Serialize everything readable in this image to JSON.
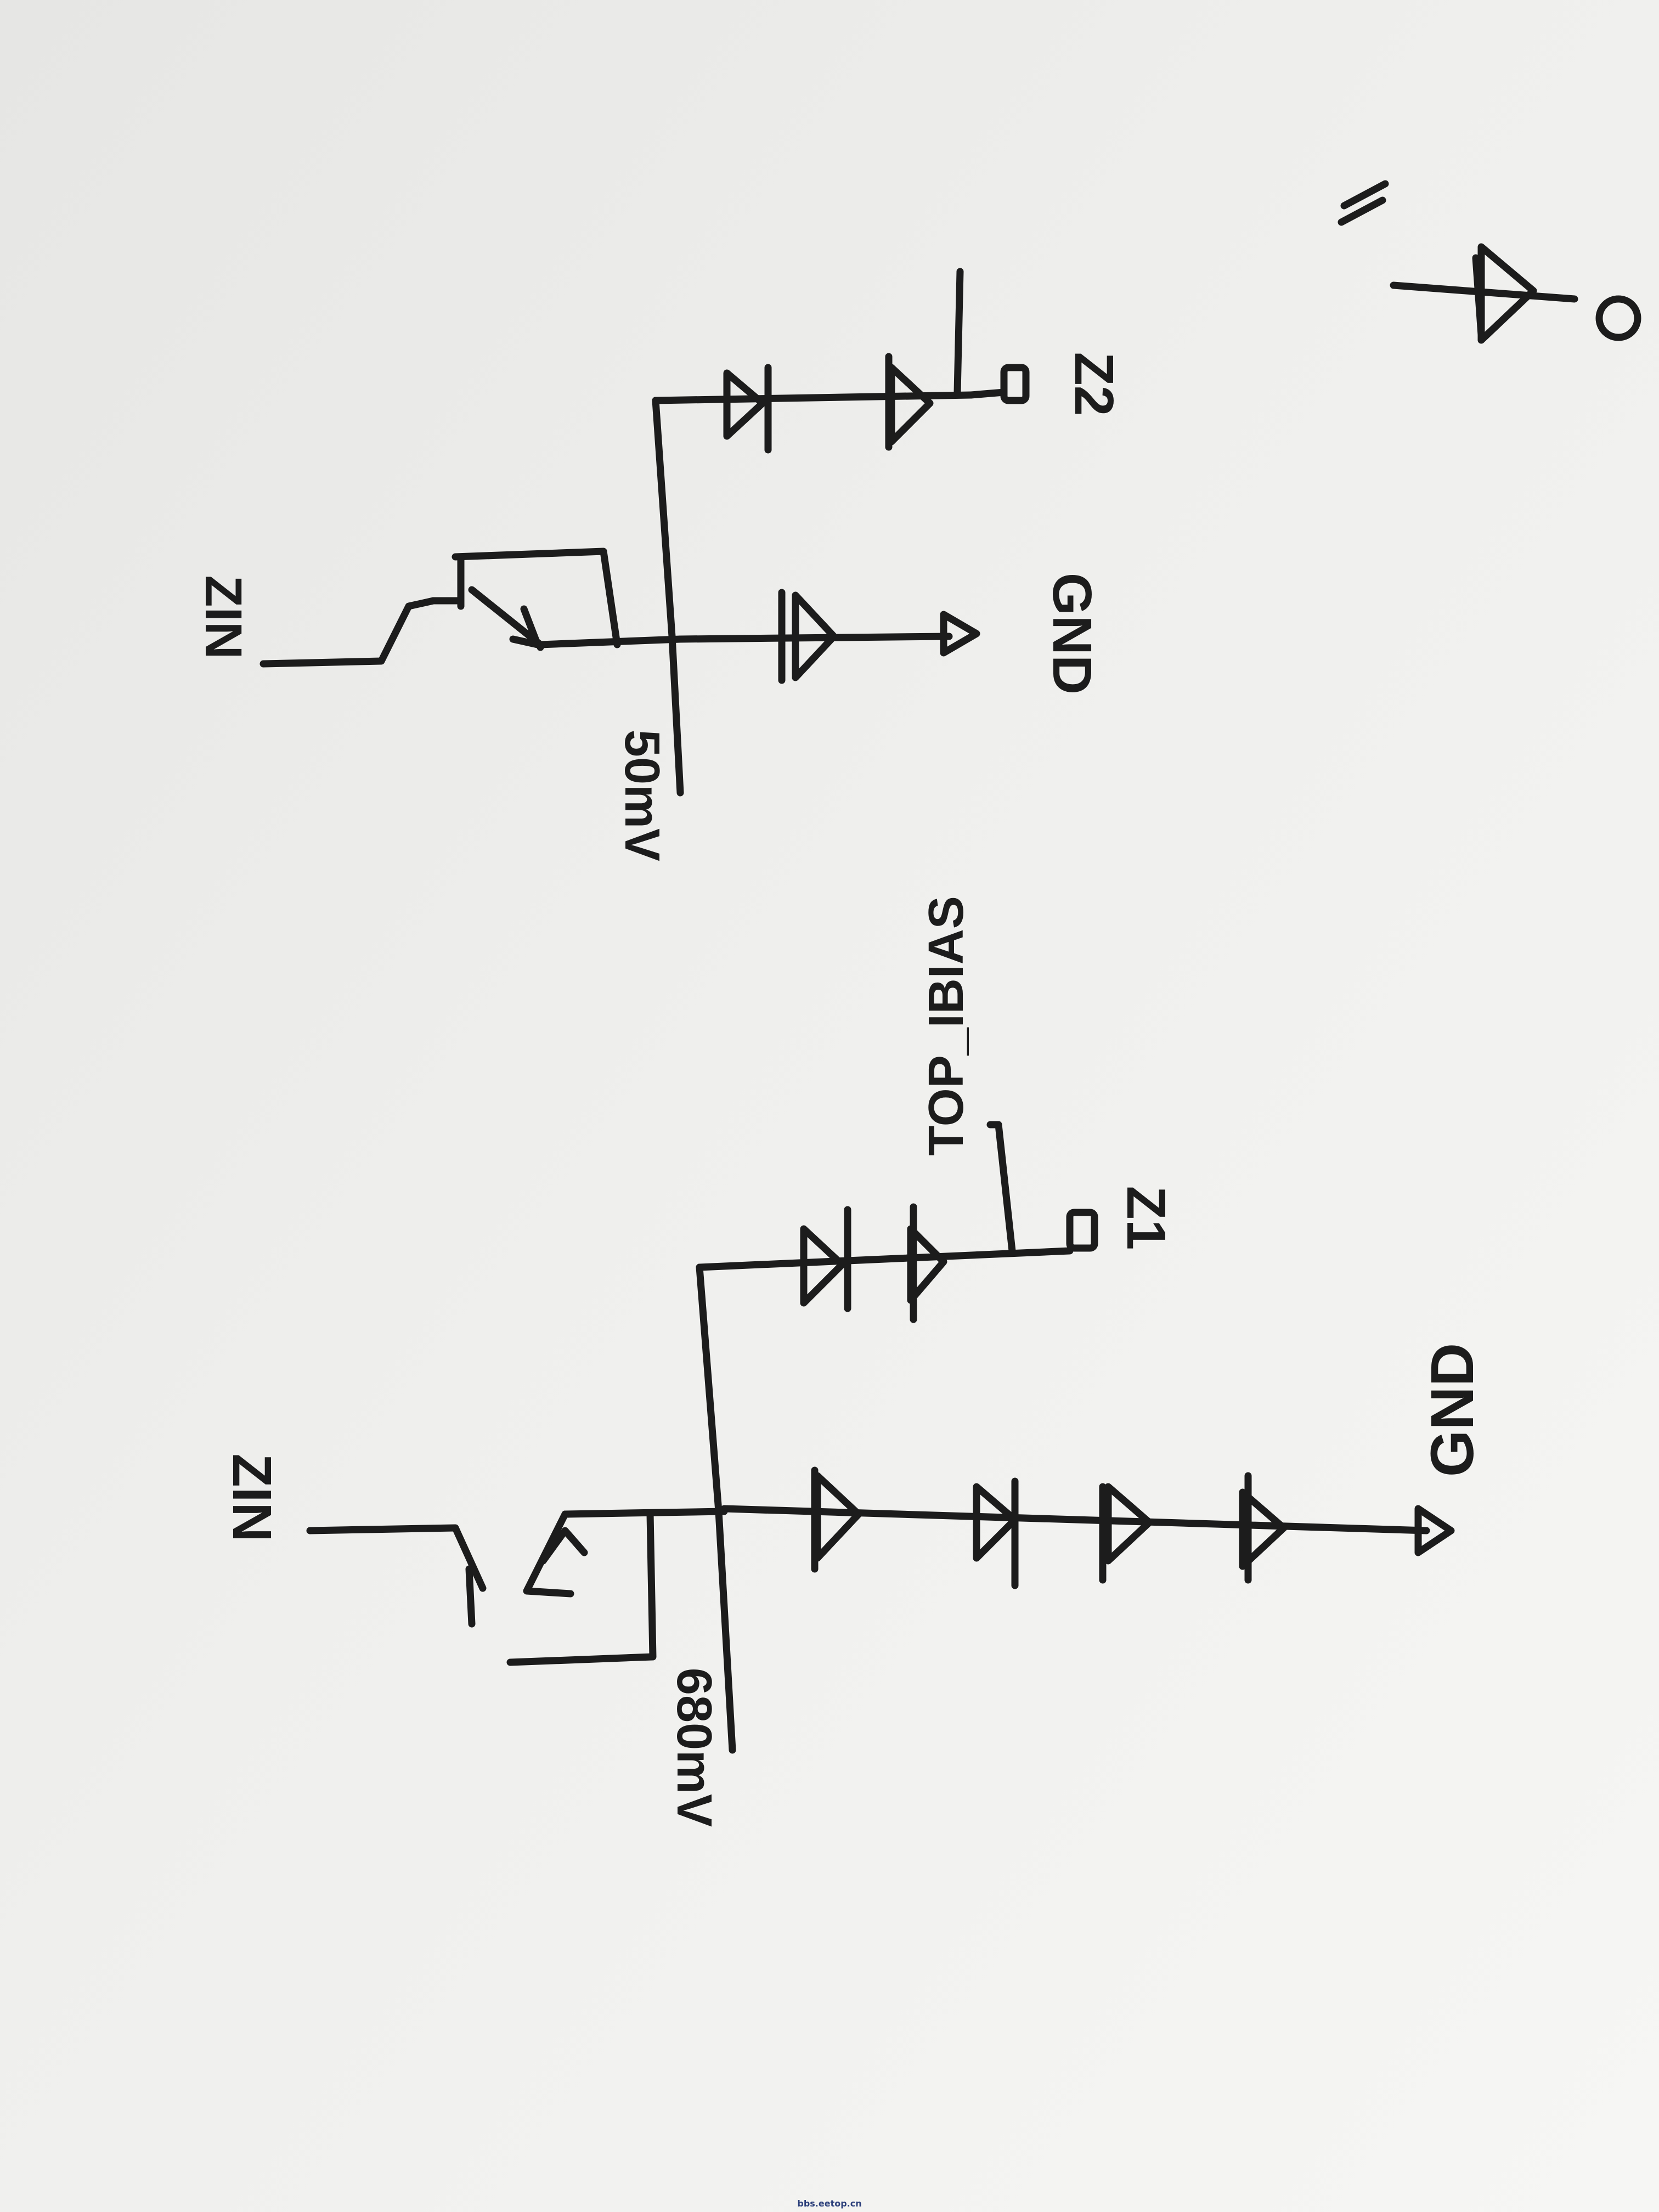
{
  "labels": {
    "in_left": "ZIN",
    "in_right": "ZIN",
    "current_left": "680mV",
    "current_right": "50mV",
    "gnd_left": "GND",
    "gnd_right": "GND",
    "z_left": "Z1",
    "z_right": "Z2",
    "top_bias": "TOP_IBIAS",
    "sketch_tick": "/"
  },
  "watermark": "bbs.eetop.cn",
  "colors": {
    "ink": "#1c1c1c",
    "paper": "#f2f2f0",
    "paper_shadow": "#cfcfcd"
  }
}
